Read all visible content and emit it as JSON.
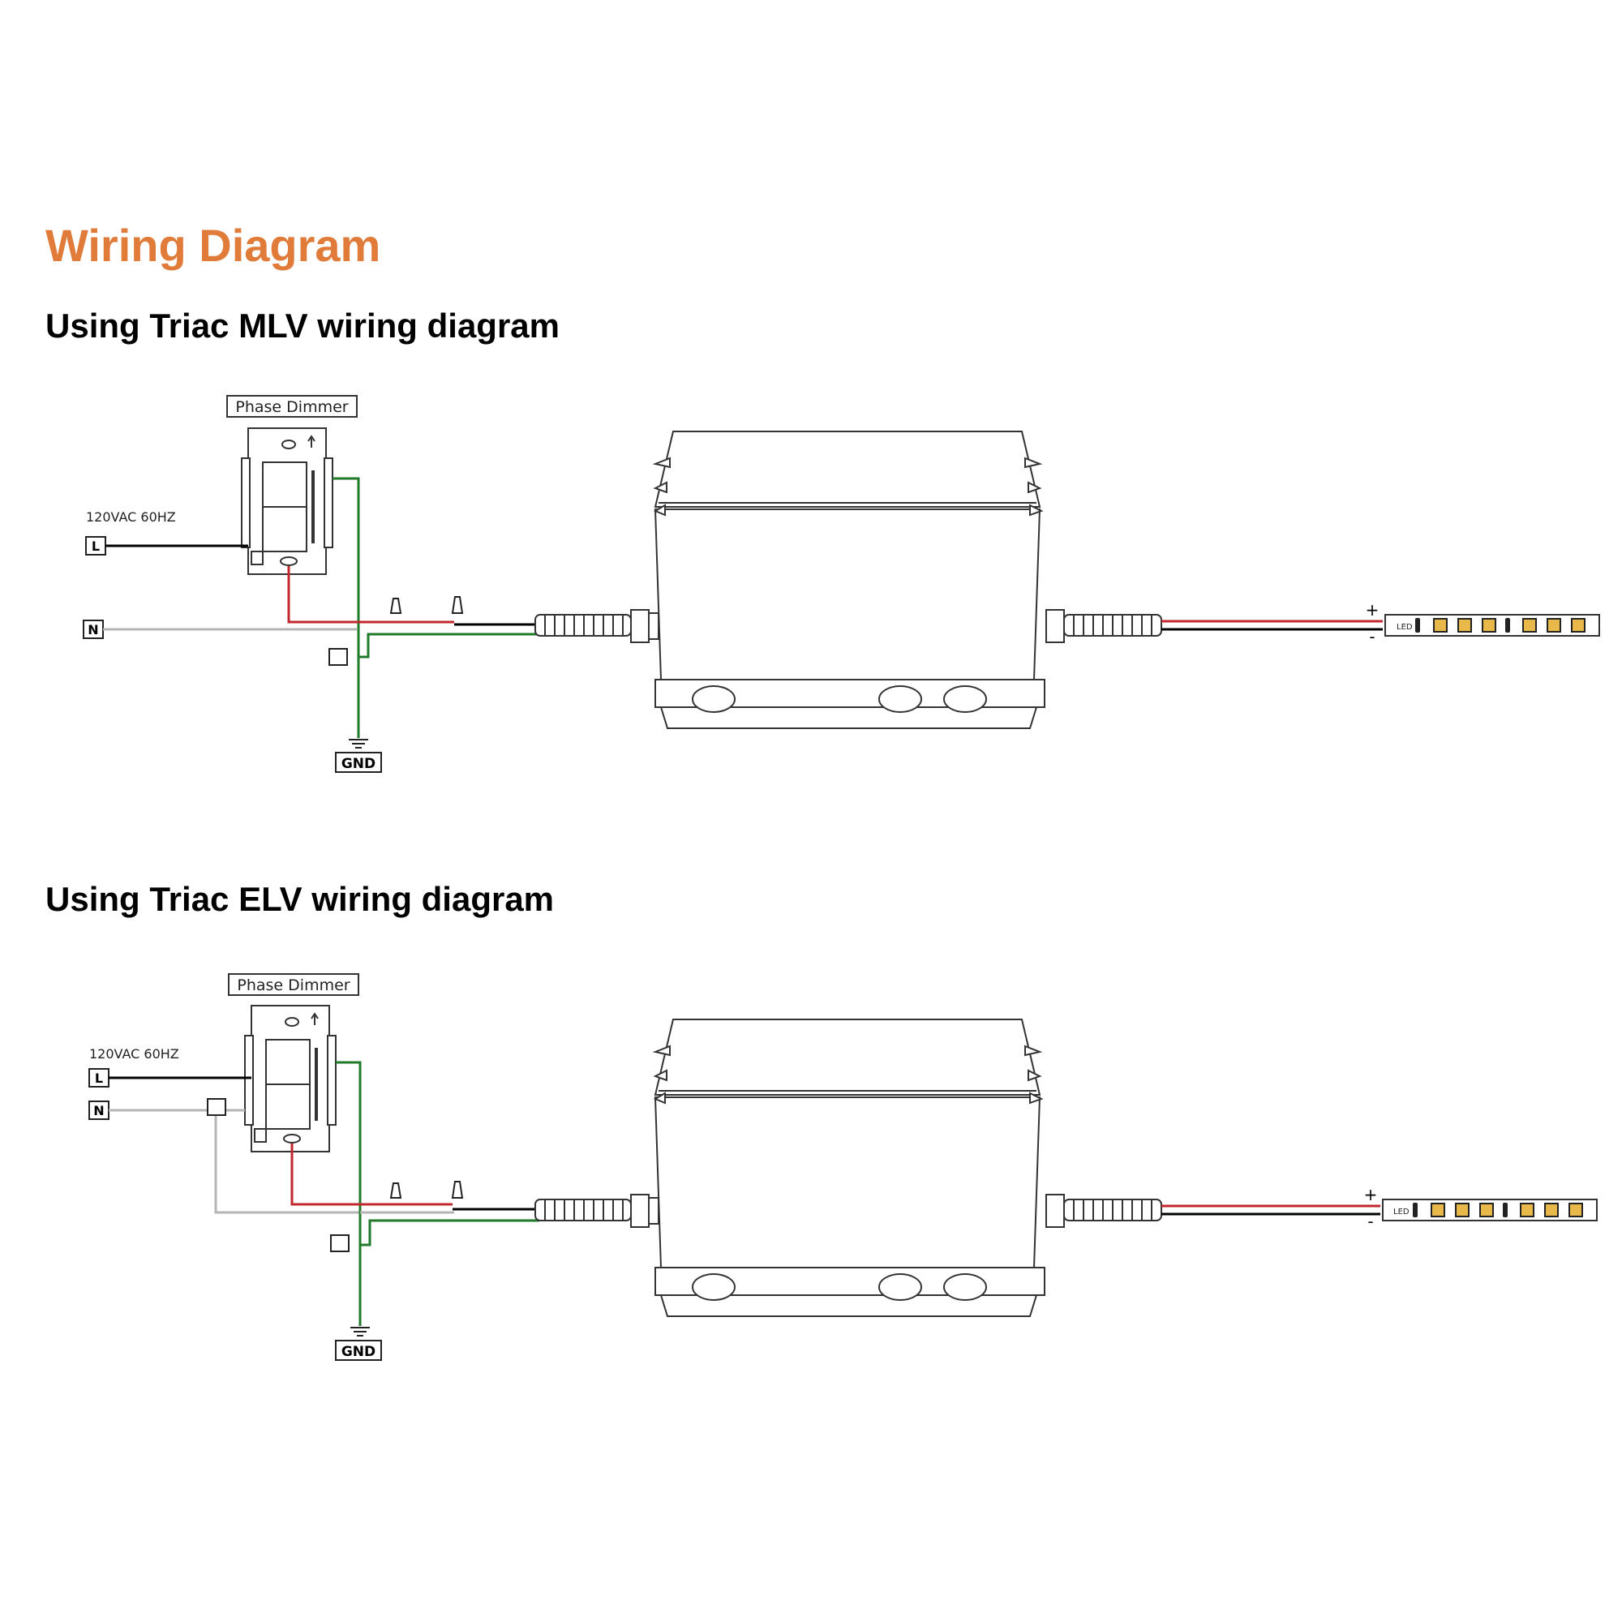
{
  "page": {
    "title": "Wiring Diagram"
  },
  "diagrams": [
    {
      "heading": "Using Triac MLV wiring diagram",
      "dimmer_label": "Phase Dimmer",
      "supply_label": "120VAC 60HZ",
      "line_label": "L",
      "neutral_label": "N",
      "ground_label": "GND",
      "plus_label": "+",
      "minus_label": "-",
      "strip_label": "LED"
    },
    {
      "heading": "Using Triac ELV wiring diagram",
      "dimmer_label": "Phase Dimmer",
      "supply_label": "120VAC 60HZ",
      "line_label": "L",
      "neutral_label": "N",
      "ground_label": "GND",
      "plus_label": "+",
      "minus_label": "-",
      "strip_label": "LED"
    }
  ],
  "colors": {
    "title": "#e07b39",
    "live_wire": "#c0282d",
    "ground_wire": "#1f7a2a",
    "neutral_wire": "#b5b5b5",
    "line_wire": "#000000",
    "led_chip": "#e8b84a"
  }
}
